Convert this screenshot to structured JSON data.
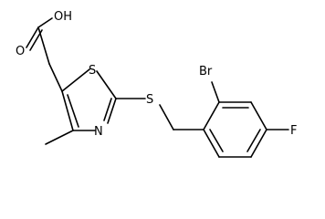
{
  "molecule": {
    "atoms": {
      "hydroxyl": "OH",
      "carbonyl_oxygen": "O",
      "thiazole_sulfur": "S",
      "thiazole_nitrogen": "N",
      "thioether_sulfur": "S",
      "bromine": "Br",
      "fluorine": "F"
    }
  },
  "style": {
    "bond_color": "#000000",
    "background": "#ffffff"
  }
}
